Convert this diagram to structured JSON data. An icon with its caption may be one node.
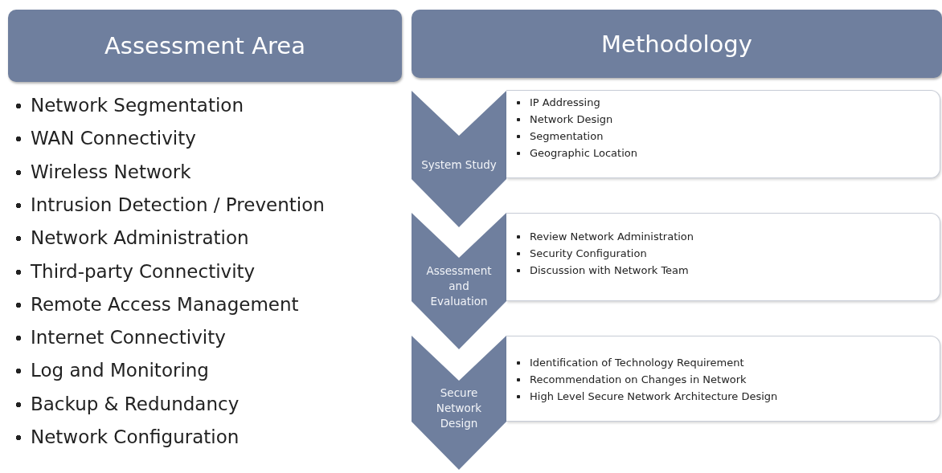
{
  "diagram": {
    "nodes": [
      {
        "text": [
          "Assessment Area"
        ]
      },
      {
        "text": [
          "Methodology"
        ]
      },
      {
        "text": [
          "System Study"
        ]
      },
      {
        "text": [
          "IP Addressing",
          "Network Design",
          "Segmentation",
          "Geographic Location"
        ]
      },
      {
        "text": [
          "Assessment and Evaluation"
        ]
      },
      {
        "text": [
          "Review Network Administration",
          "Security Configuration",
          "Discussion with Network Team"
        ]
      },
      {
        "text": [
          "Secure Network Design"
        ]
      },
      {
        "text": [
          "Identification of Technology Requirement",
          "Recommendation on Changes in Network",
          "High Level Secure Network Architecture Design"
        ]
      }
    ],
    "labels": [
      "Network Segmentation",
      "WAN Connectivity",
      "Wireless Network",
      "Intrusion Detection / Prevention",
      "Network Administration",
      "Third-party Connectivity",
      "Remote Access Management",
      "Internet Connectivity",
      "Log and Monitoring",
      "Backup & Redundancy",
      "Network Configuration"
    ]
  }
}
